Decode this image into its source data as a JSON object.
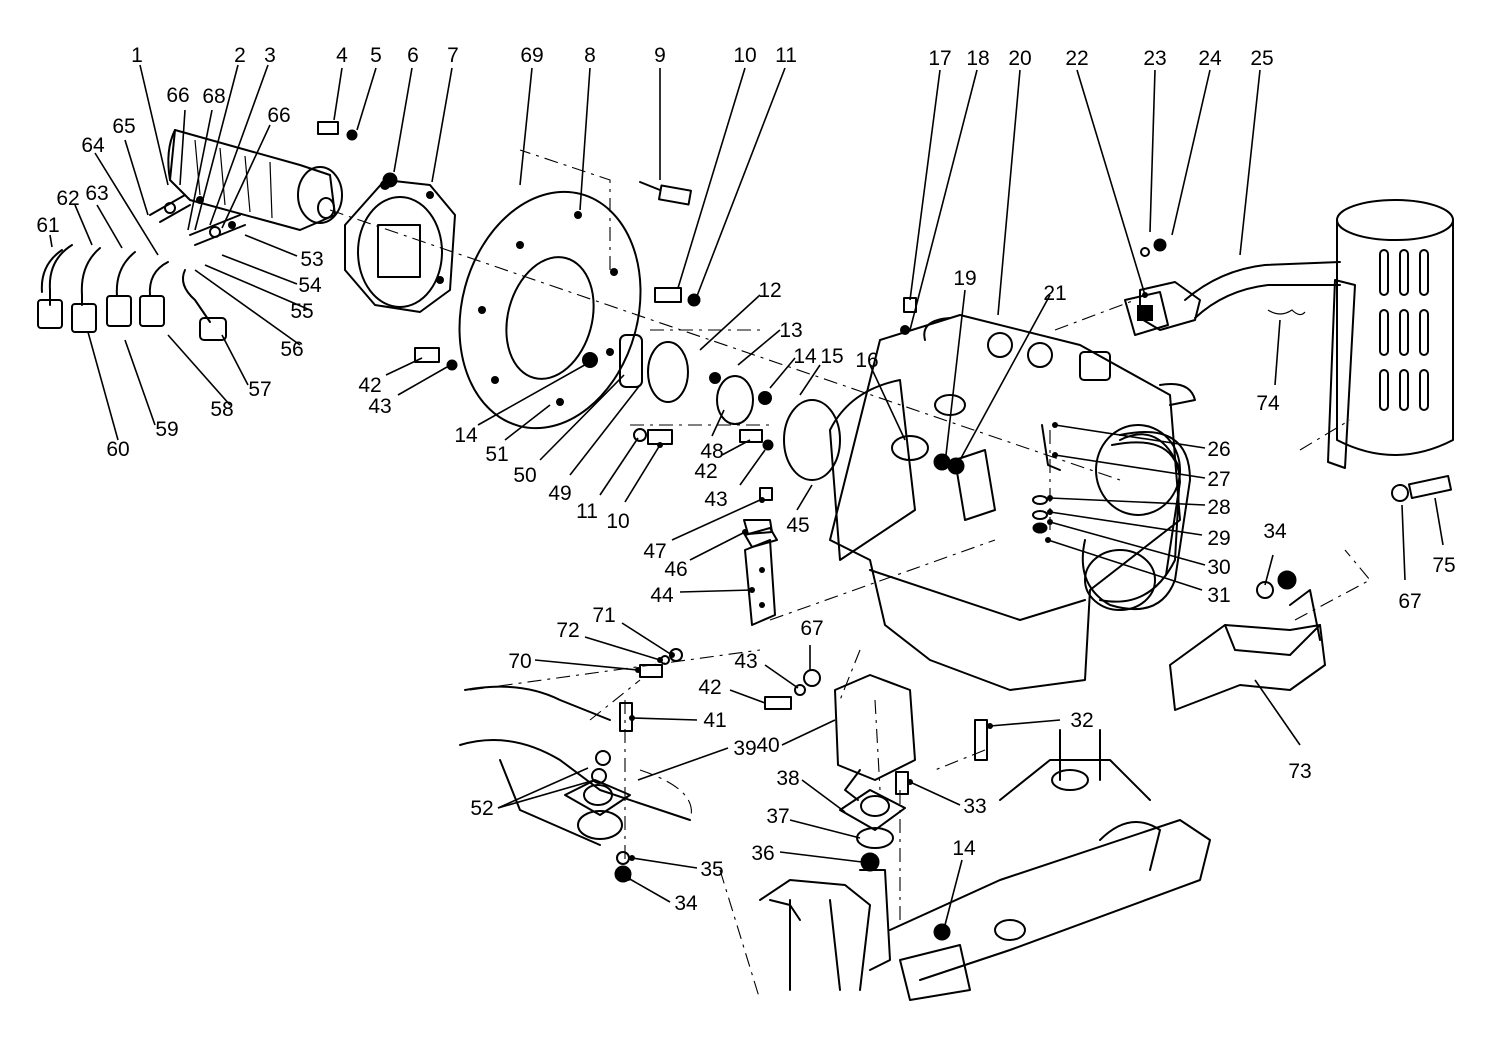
{
  "diagram": {
    "callouts": [
      {
        "id": "c1",
        "text": "1"
      },
      {
        "id": "c2",
        "text": "2"
      },
      {
        "id": "c3",
        "text": "3"
      },
      {
        "id": "c4",
        "text": "4"
      },
      {
        "id": "c5",
        "text": "5"
      },
      {
        "id": "c6",
        "text": "6"
      },
      {
        "id": "c7",
        "text": "7"
      },
      {
        "id": "c69",
        "text": "69"
      },
      {
        "id": "c8",
        "text": "8"
      },
      {
        "id": "c9",
        "text": "9"
      },
      {
        "id": "c10a",
        "text": "10"
      },
      {
        "id": "c11a",
        "text": "11"
      },
      {
        "id": "c17",
        "text": "17"
      },
      {
        "id": "c18",
        "text": "18"
      },
      {
        "id": "c20",
        "text": "20"
      },
      {
        "id": "c22",
        "text": "22"
      },
      {
        "id": "c23",
        "text": "23"
      },
      {
        "id": "c24",
        "text": "24"
      },
      {
        "id": "c25",
        "text": "25"
      },
      {
        "id": "c66a",
        "text": "66"
      },
      {
        "id": "c68",
        "text": "68"
      },
      {
        "id": "c66b",
        "text": "66"
      },
      {
        "id": "c65",
        "text": "65"
      },
      {
        "id": "c64",
        "text": "64"
      },
      {
        "id": "c62",
        "text": "62"
      },
      {
        "id": "c63",
        "text": "63"
      },
      {
        "id": "c61",
        "text": "61"
      },
      {
        "id": "c53",
        "text": "53"
      },
      {
        "id": "c54",
        "text": "54"
      },
      {
        "id": "c55",
        "text": "55"
      },
      {
        "id": "c56",
        "text": "56"
      },
      {
        "id": "c57",
        "text": "57"
      },
      {
        "id": "c58",
        "text": "58"
      },
      {
        "id": "c59",
        "text": "59"
      },
      {
        "id": "c60",
        "text": "60"
      },
      {
        "id": "c12",
        "text": "12"
      },
      {
        "id": "c13",
        "text": "13"
      },
      {
        "id": "c14a",
        "text": "14"
      },
      {
        "id": "c15",
        "text": "15"
      },
      {
        "id": "c16",
        "text": "16"
      },
      {
        "id": "c19",
        "text": "19"
      },
      {
        "id": "c21",
        "text": "21"
      },
      {
        "id": "c74",
        "text": "74"
      },
      {
        "id": "c42a",
        "text": "42"
      },
      {
        "id": "c43a",
        "text": "43"
      },
      {
        "id": "c14b",
        "text": "14"
      },
      {
        "id": "c51",
        "text": "51"
      },
      {
        "id": "c50",
        "text": "50"
      },
      {
        "id": "c49",
        "text": "49"
      },
      {
        "id": "c11b",
        "text": "11"
      },
      {
        "id": "c10b",
        "text": "10"
      },
      {
        "id": "c48",
        "text": "48"
      },
      {
        "id": "c42b",
        "text": "42"
      },
      {
        "id": "c43b",
        "text": "43"
      },
      {
        "id": "c45",
        "text": "45"
      },
      {
        "id": "c26",
        "text": "26"
      },
      {
        "id": "c27",
        "text": "27"
      },
      {
        "id": "c28",
        "text": "28"
      },
      {
        "id": "c29",
        "text": "29"
      },
      {
        "id": "c30",
        "text": "30"
      },
      {
        "id": "c31",
        "text": "31"
      },
      {
        "id": "c47",
        "text": "47"
      },
      {
        "id": "c46",
        "text": "46"
      },
      {
        "id": "c44",
        "text": "44"
      },
      {
        "id": "c34a",
        "text": "34"
      },
      {
        "id": "c67a",
        "text": "67"
      },
      {
        "id": "c75",
        "text": "75"
      },
      {
        "id": "c71",
        "text": "71"
      },
      {
        "id": "c72",
        "text": "72"
      },
      {
        "id": "c70",
        "text": "70"
      },
      {
        "id": "c67b",
        "text": "67"
      },
      {
        "id": "c43c",
        "text": "43"
      },
      {
        "id": "c42c",
        "text": "42"
      },
      {
        "id": "c41",
        "text": "41"
      },
      {
        "id": "c39",
        "text": "39"
      },
      {
        "id": "c40",
        "text": "40"
      },
      {
        "id": "c32",
        "text": "32"
      },
      {
        "id": "c73",
        "text": "73"
      },
      {
        "id": "c38",
        "text": "38"
      },
      {
        "id": "c33",
        "text": "33"
      },
      {
        "id": "c52",
        "text": "52"
      },
      {
        "id": "c37",
        "text": "37"
      },
      {
        "id": "c36",
        "text": "36"
      },
      {
        "id": "c14c",
        "text": "14"
      },
      {
        "id": "c35",
        "text": "35"
      },
      {
        "id": "c34b",
        "text": "34"
      }
    ]
  }
}
